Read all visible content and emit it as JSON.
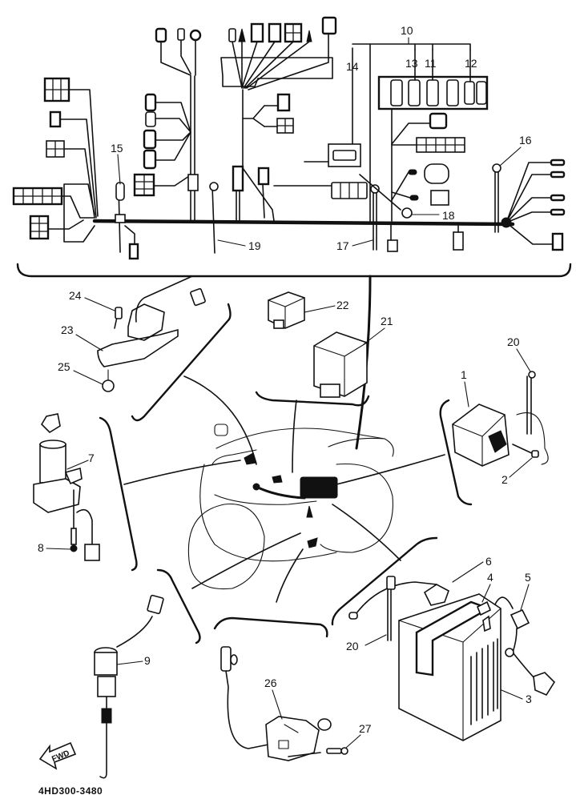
{
  "diagram": {
    "title": "Electrical parts exploded view",
    "drawing_code": "4HD300-3480",
    "direction_badge": "FWD",
    "colors": {
      "ink": "#111111",
      "paper": "#ffffff"
    },
    "callouts": [
      {
        "id": "1",
        "text": "1"
      },
      {
        "id": "2",
        "text": "2"
      },
      {
        "id": "3",
        "text": "3"
      },
      {
        "id": "4",
        "text": "4"
      },
      {
        "id": "5",
        "text": "5"
      },
      {
        "id": "6",
        "text": "6"
      },
      {
        "id": "7",
        "text": "7"
      },
      {
        "id": "8",
        "text": "8"
      },
      {
        "id": "9",
        "text": "9"
      },
      {
        "id": "10",
        "text": "10"
      },
      {
        "id": "11",
        "text": "11"
      },
      {
        "id": "12",
        "text": "12"
      },
      {
        "id": "13",
        "text": "13"
      },
      {
        "id": "14",
        "text": "14"
      },
      {
        "id": "15",
        "text": "15"
      },
      {
        "id": "16",
        "text": "16"
      },
      {
        "id": "17",
        "text": "17"
      },
      {
        "id": "18",
        "text": "18"
      },
      {
        "id": "19",
        "text": "19"
      },
      {
        "id": "20a",
        "text": "20"
      },
      {
        "id": "20b",
        "text": "20"
      },
      {
        "id": "21",
        "text": "21"
      },
      {
        "id": "22",
        "text": "22"
      },
      {
        "id": "23",
        "text": "23"
      },
      {
        "id": "24",
        "text": "24"
      },
      {
        "id": "25",
        "text": "25"
      },
      {
        "id": "26",
        "text": "26"
      },
      {
        "id": "27",
        "text": "27"
      }
    ],
    "parts": {
      "harness": "wire-harness",
      "fuse_box": "fuse-box",
      "relay_unit": "relay-unit",
      "relay": "relay",
      "flasher": "flasher-relay",
      "starter_relay": "starter-relay",
      "main_switch": "main-switch",
      "battery": "battery",
      "battery_band": "battery-band",
      "neutral_switch": "neutral-switch",
      "sidestand_switch": "sidestand-switch",
      "rectifier_bracket": "rectifier-bracket",
      "motorcycle": "motorcycle-outline"
    }
  }
}
